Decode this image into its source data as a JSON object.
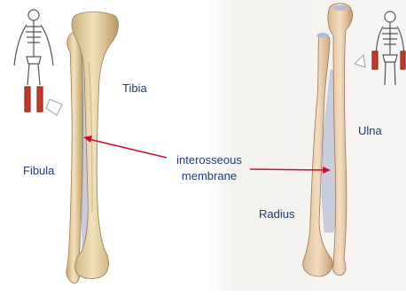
{
  "labels": {
    "tibia": "Tibia",
    "fibula": "Fibula",
    "interosseous_line1": "interosseous",
    "interosseous_line2": "membrane",
    "ulna": "Ulna",
    "radius": "Radius"
  },
  "colors": {
    "label_text": "#1f3a73",
    "arrow": "#c8102e",
    "bone": "#e8d3a8",
    "bone_shadow": "#c9ad7c",
    "membrane": "#c9ccdd",
    "highlight_red": "#c0392b",
    "skeleton": "#555555",
    "forearm_background": "#f1efec"
  },
  "icons": [
    "skeleton-leg-highlight-icon",
    "skeleton-arm-highlight-icon",
    "pointer-arrow-icon"
  ]
}
